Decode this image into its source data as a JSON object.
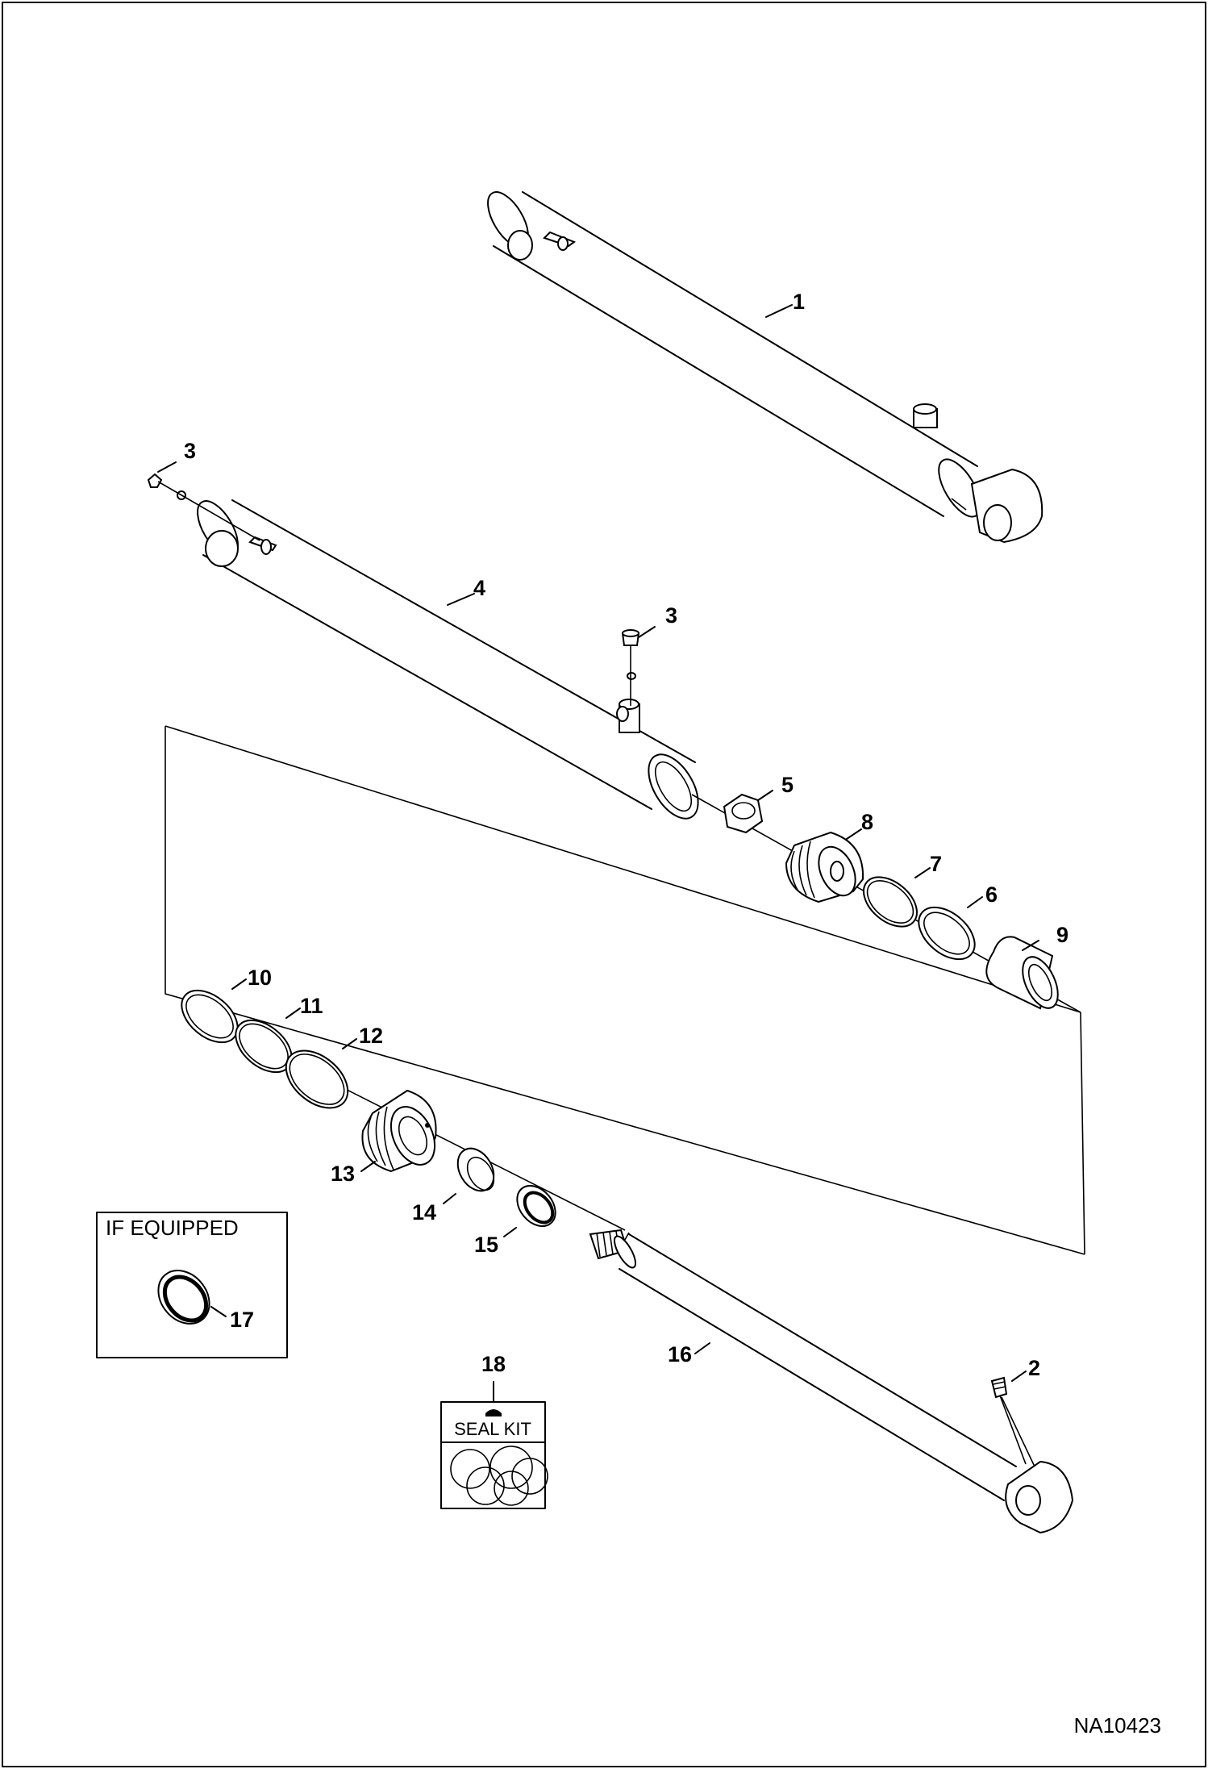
{
  "callouts": {
    "c1": "1",
    "c2": "2",
    "c3a": "3",
    "c3b": "3",
    "c4": "4",
    "c5": "5",
    "c6": "6",
    "c7": "7",
    "c8": "8",
    "c9": "9",
    "c10": "10",
    "c11": "11",
    "c12": "12",
    "c13": "13",
    "c14": "14",
    "c15": "15",
    "c16": "16",
    "c17": "17",
    "c18": "18"
  },
  "if_equipped_label": "IF EQUIPPED",
  "seal_kit_label": "SEAL KIT",
  "drawing_number": "NA10423"
}
